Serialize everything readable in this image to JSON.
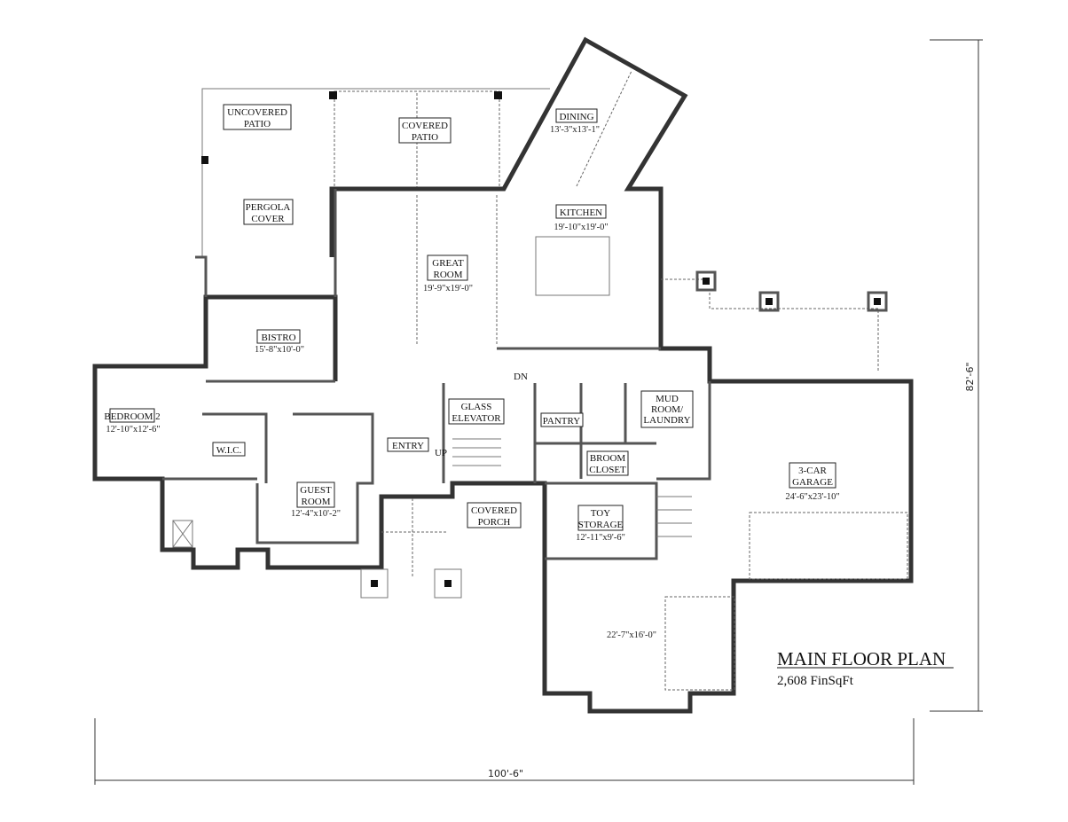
{
  "plan": {
    "title": "MAIN FLOOR PLAN",
    "area": "2,608 FinSqFt",
    "overall_width": "100'-6\"",
    "overall_depth": "82'-6\""
  },
  "rooms": {
    "uncovered_patio": {
      "line1": "UNCOVERED",
      "line2": "PATIO"
    },
    "covered_patio": {
      "line1": "COVERED",
      "line2": "PATIO"
    },
    "dining": {
      "name": "DINING",
      "size": "13'-3\"x13'-1\""
    },
    "pergola": {
      "line1": "PERGOLA",
      "line2": "COVER"
    },
    "kitchen": {
      "name": "KITCHEN",
      "size": "19'-10\"x19'-0\""
    },
    "great_room": {
      "line1": "GREAT",
      "line2": "ROOM",
      "size": "19'-9\"x19'-0\""
    },
    "bistro": {
      "name": "BISTRO",
      "size": "15'-8\"x10'-0\""
    },
    "bedroom2": {
      "name": "BEDROOM 2",
      "size": "12'-10\"x12'-6\""
    },
    "wic": {
      "name": "W.I.C."
    },
    "glass_elevator": {
      "line1": "GLASS",
      "line2": "ELEVATOR"
    },
    "pantry": {
      "name": "PANTRY"
    },
    "mud_room": {
      "line1": "MUD",
      "line2": "ROOM/",
      "line3": "LAUNDRY"
    },
    "entry": {
      "name": "ENTRY"
    },
    "stairs": {
      "up": "UP",
      "down": "DN"
    },
    "broom_closet": {
      "line1": "BROOM",
      "line2": "CLOSET"
    },
    "guest_room": {
      "line1": "GUEST",
      "line2": "ROOM",
      "size": "12'-4\"x10'-2\""
    },
    "covered_porch": {
      "line1": "COVERED",
      "line2": "PORCH"
    },
    "toy_storage": {
      "line1": "TOY",
      "line2": "STORAGE",
      "size": "12'-11\"x9'-6\""
    },
    "garage": {
      "line1": "3-CAR",
      "line2": "GARAGE",
      "size": "24'-6\"x23'-10\""
    },
    "lower_garage": {
      "size": "22'-7\"x16'-0\""
    }
  }
}
